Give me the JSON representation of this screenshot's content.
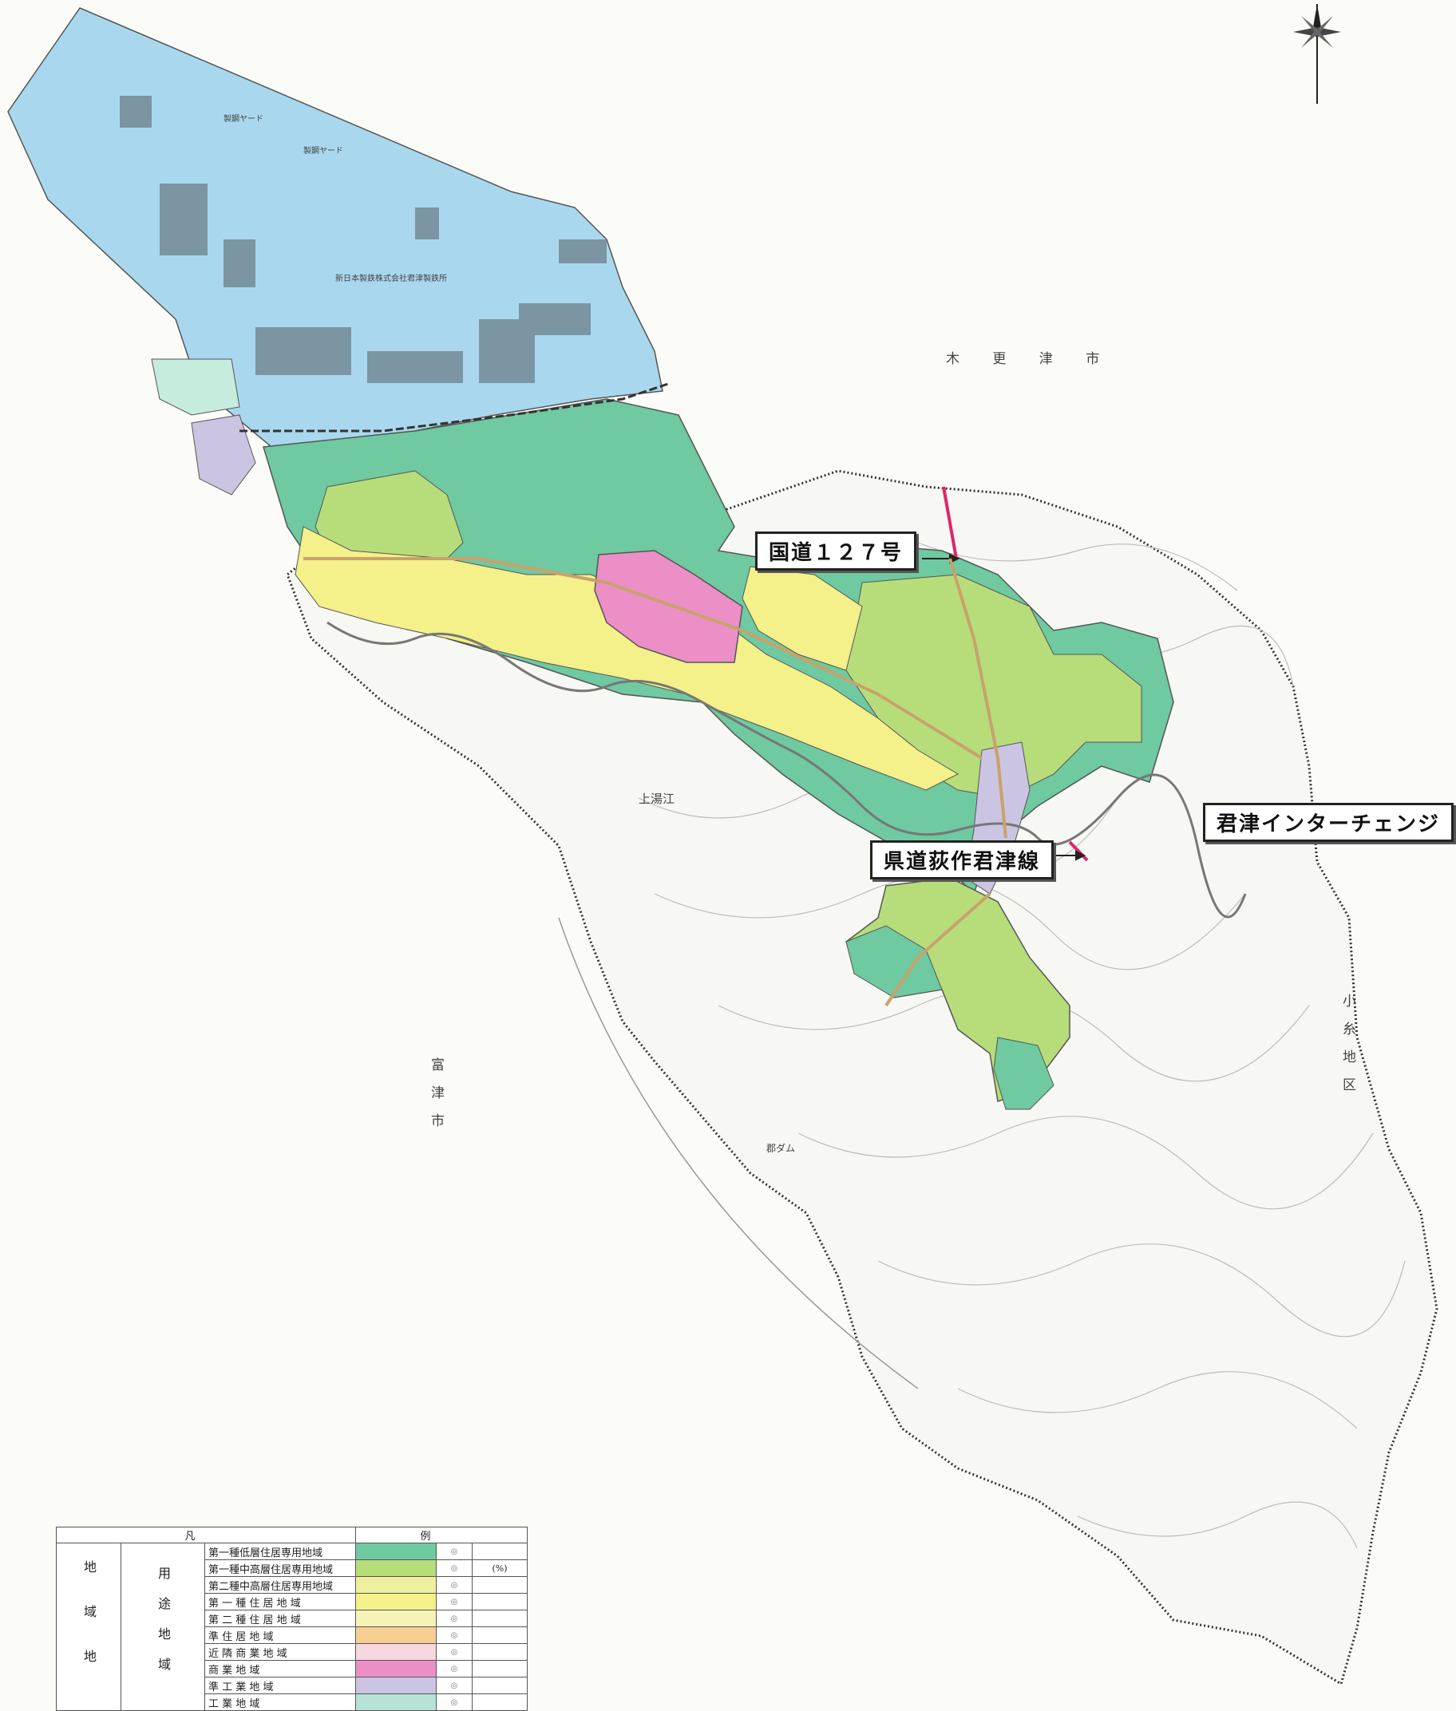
{
  "callouts": {
    "route127": "国道１２７号",
    "interchange": "君津インターチェンジ",
    "prefectural_road": "県道荻作君津線"
  },
  "place_names": {
    "kisarazu": "木 更 津 市",
    "futtsu": "富津市",
    "koito": "小糸地区",
    "factory": "新日本製鉄株式会社君津製鉄所",
    "yard1": "製鋼ヤード",
    "yard2": "製鋼ヤード",
    "kamiyue": "上湯江",
    "dam": "郡ダム"
  },
  "legend": {
    "title_left": "凡",
    "title_right": "例",
    "group_outer": "地域地",
    "group_inner": "用途地域",
    "unit": "(%)",
    "items": [
      {
        "name": "第一種低層住居専用地域",
        "color": "#6fc9a1"
      },
      {
        "name": "第一種中高層住居専用地域",
        "color": "#b7dd7a"
      },
      {
        "name": "第二種中高層住居専用地域",
        "color": "#eef0a0"
      },
      {
        "name": "第 一 種 住 居 地 域",
        "color": "#f4f08a"
      },
      {
        "name": "第 二 種 住 居 地 域",
        "color": "#f6f3b9"
      },
      {
        "name": "準 住 居 地 域",
        "color": "#f7cf93"
      },
      {
        "name": "近 隣 商 業 地 域",
        "color": "#f7d8e0"
      },
      {
        "name": "商 業 地 域",
        "color": "#ec8fc6"
      },
      {
        "name": "準 工 業 地 域",
        "color": "#cbc5e3"
      },
      {
        "name": "工 業 地 域",
        "color": "#b7e2d7"
      }
    ]
  },
  "colors": {
    "industrial_exclusive": "#a9d8ee",
    "low_rise": "#6fc9a1",
    "mid_high": "#b7dd7a",
    "first_residential": "#f4f08a",
    "commercial": "#ec8fc6",
    "semi_industrial": "#cbc5e3",
    "road_highlight": "#e0256a"
  }
}
